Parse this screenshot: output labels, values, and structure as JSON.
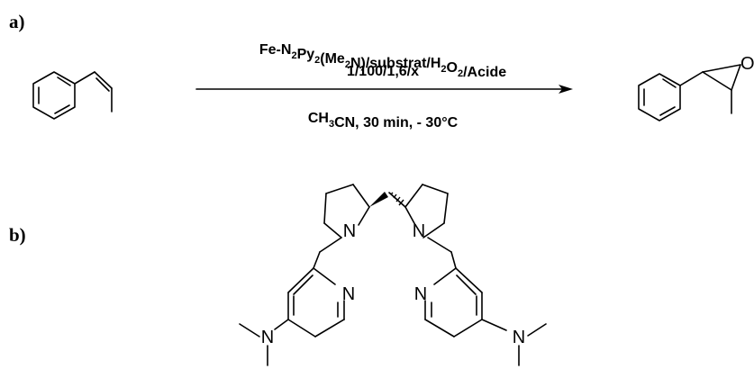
{
  "panels": {
    "a": "a)",
    "b": "b)"
  },
  "reaction": {
    "line1_parts": [
      {
        "t": "Fe-N",
        "s": ""
      },
      {
        "t": "2",
        "s": "sub"
      },
      {
        "t": "Py",
        "s": ""
      },
      {
        "t": "2",
        "s": "sub"
      },
      {
        "t": "(Me",
        "s": ""
      },
      {
        "t": "2",
        "s": "sub"
      },
      {
        "t": "N)/substrat/H",
        "s": ""
      },
      {
        "t": "2",
        "s": "sub"
      },
      {
        "t": "O",
        "s": ""
      },
      {
        "t": "2",
        "s": "sub"
      },
      {
        "t": "/Acide",
        "s": ""
      }
    ],
    "line2": "1/100/1,6/x",
    "line3_parts": [
      {
        "t": "CH",
        "s": ""
      },
      {
        "t": "3",
        "s": "sub"
      },
      {
        "t": "CN, 30 min, - 30°C",
        "s": ""
      }
    ]
  },
  "atoms": {
    "epoxide_oxygen": "O",
    "nitrogen": "N"
  }
}
